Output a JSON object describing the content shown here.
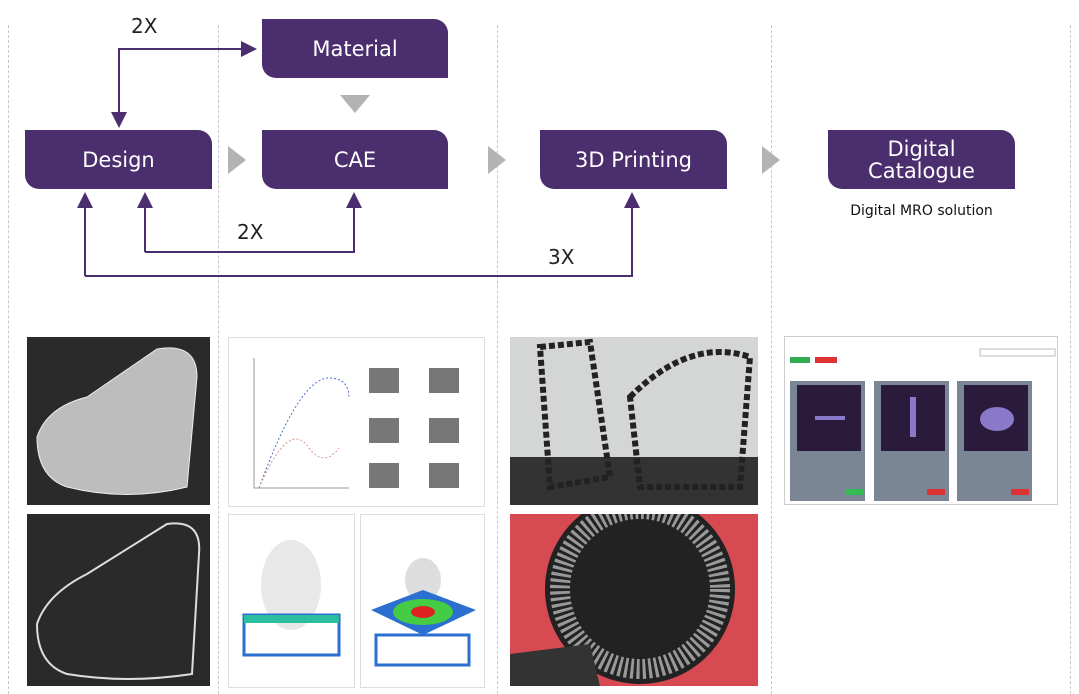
{
  "colors": {
    "box": "#4b2e6e",
    "arrow": "#4b2e6e",
    "chevron": "#b3b3b3"
  },
  "steps": [
    {
      "label": "Design"
    },
    {
      "label": "Material"
    },
    {
      "label": "CAE"
    },
    {
      "label": "3D Printing"
    },
    {
      "label": "Digital Catalogue"
    }
  ],
  "loops": {
    "design_material": "2X",
    "design_cae": "2X",
    "design_printing": "3X"
  },
  "catalogue_caption": "Digital MRO solution",
  "images": [
    {
      "name": "design-lattice-triangular"
    },
    {
      "name": "design-lattice-voronoi"
    },
    {
      "name": "cae-chart-lattice-units"
    },
    {
      "name": "cae-egg-model"
    },
    {
      "name": "cae-egg-stress"
    },
    {
      "name": "printed-voronoi-parts"
    },
    {
      "name": "printed-helmet-insert"
    },
    {
      "name": "digital-catalogue-screenshot"
    }
  ]
}
